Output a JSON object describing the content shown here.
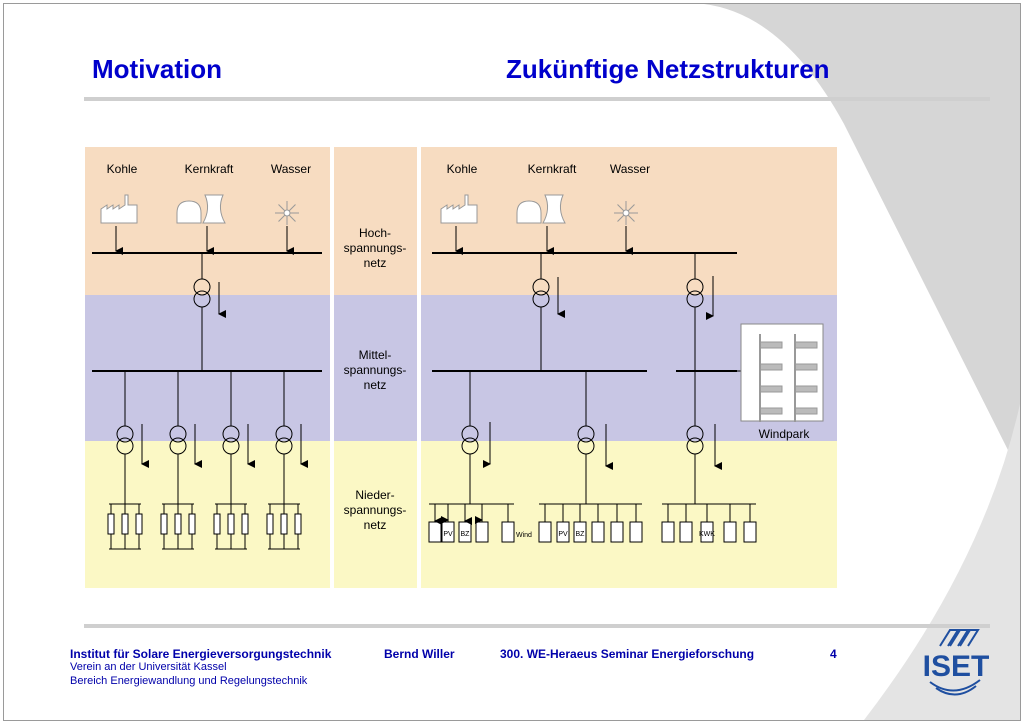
{
  "header": {
    "left_title": "Motivation",
    "right_title": "Zukünftige Netzstrukturen"
  },
  "diagram": {
    "sources": [
      "Kohle",
      "Kernkraft",
      "Wasser"
    ],
    "levels": [
      {
        "line1": "Hoch-",
        "line2": "spannungs-",
        "line3": "netz"
      },
      {
        "line1": "Mittel-",
        "line2": "spannungs-",
        "line3": "netz"
      },
      {
        "line1": "Nieder-",
        "line2": "spannungs-",
        "line3": "netz"
      }
    ],
    "windpark_label": "Windpark",
    "load_labels": {
      "pv": "PV",
      "bz": "BZ",
      "wind": "Wind",
      "kwk": "KWK"
    },
    "colors": {
      "high": "#f7dcc1",
      "medium": "#c8c6e4",
      "low": "#fbf8c5"
    }
  },
  "footer": {
    "institute": "Institut für Solare Energieversorgungstechnik",
    "line2": "Verein an der Universität Kassel",
    "line3": "Bereich Energiewandlung und Regelungstechnik",
    "author": "Bernd Willer",
    "seminar": "300. WE-Heraeus Seminar  Energieforschung",
    "page": "4",
    "logo_text": "ISET"
  }
}
